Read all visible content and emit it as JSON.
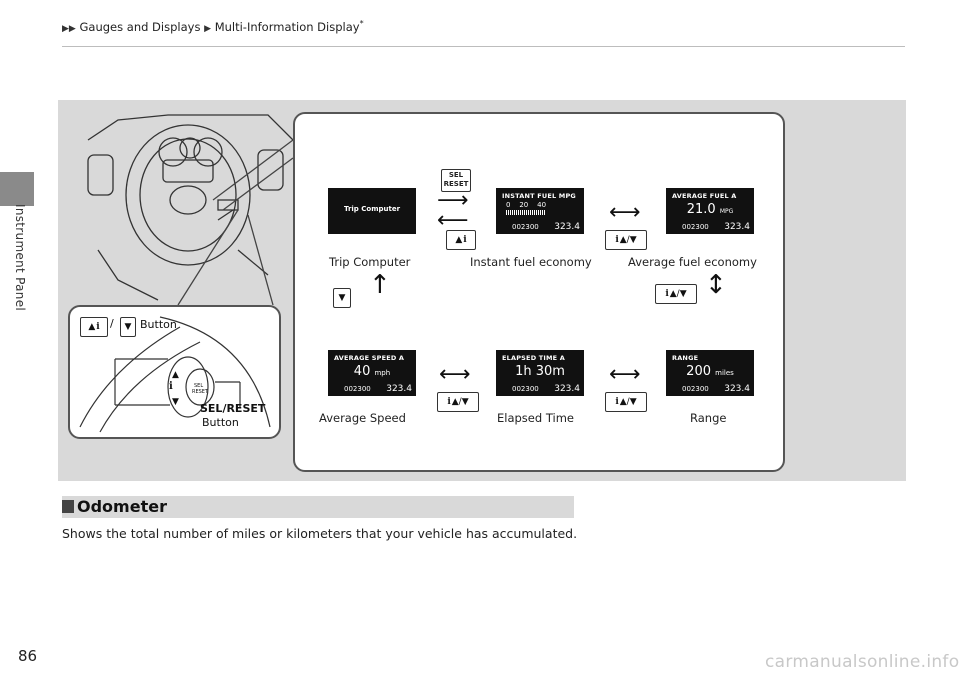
{
  "breadcrumb": {
    "part1": "Gauges and Displays",
    "part2": "Multi-Information Display",
    "asterisk": "*"
  },
  "sidebar": {
    "label": "Instrument Panel"
  },
  "inset": {
    "button_label": "Button",
    "sel_reset_label": "SEL/RESET",
    "sel_reset_sub": "Button"
  },
  "diagram": {
    "sel_reset_btn": [
      "SEL",
      "RESET"
    ],
    "screens": {
      "trip_computer": {
        "text": "Trip Computer"
      },
      "instant_fuel": {
        "header": "INSTANT FUEL  MPG",
        "scale": "0    20    40",
        "odo": "002300",
        "trip": "323.4"
      },
      "average_fuel": {
        "header": "AVERAGE FUEL A",
        "value": "21.0",
        "unit": "MPG",
        "odo": "002300",
        "trip": "323.4"
      },
      "average_speed": {
        "header": "AVERAGE SPEED A",
        "value": "40",
        "unit": "mph",
        "odo": "002300",
        "trip": "323.4"
      },
      "elapsed_time": {
        "header": "ELAPSED TIME A",
        "value": "1h 30m",
        "odo": "002300",
        "trip": "323.4"
      },
      "range": {
        "header": "RANGE",
        "value": "200",
        "unit": "miles",
        "odo": "002300",
        "trip": "323.4"
      }
    },
    "captions": {
      "trip_computer": "Trip Computer",
      "instant_fuel": "Instant fuel economy",
      "average_fuel": "Average fuel economy",
      "average_speed": "Average Speed",
      "elapsed_time": "Elapsed Time",
      "range": "Range"
    }
  },
  "section": {
    "title": "Odometer",
    "body": "Shows the total number of miles or kilometers that your vehicle has accumulated."
  },
  "page_number": "86",
  "watermark": "carmanualsonline.info"
}
